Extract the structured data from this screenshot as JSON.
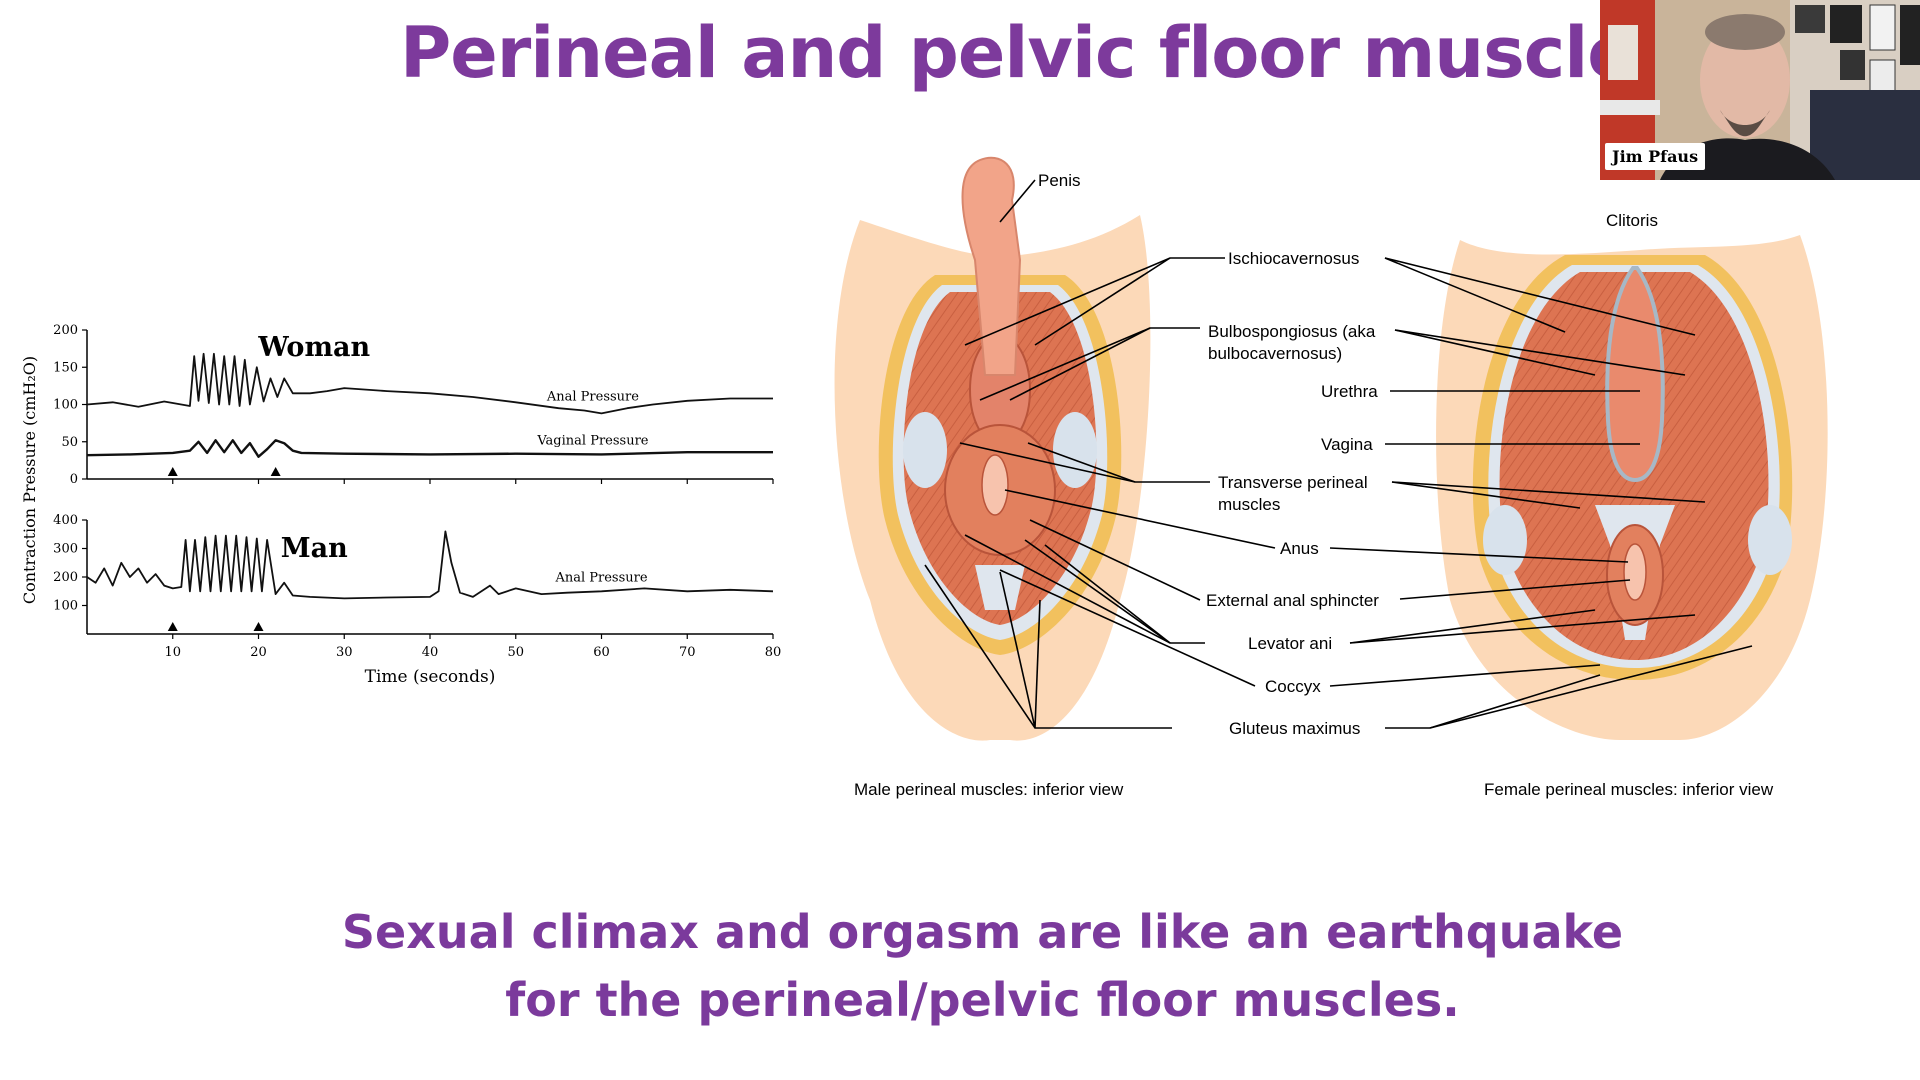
{
  "title": "Perineal and pelvic floor muscles",
  "caption": {
    "line1": "Sexual climax and orgasm are like an earthquake",
    "line2": "for the perineal/pelvic floor muscles."
  },
  "video": {
    "participant_name": "Jim Pfaus"
  },
  "chart_data": {
    "type": "line",
    "xlabel": "Time (seconds)",
    "ylabel": "Contraction Pressure (cmH₂O)",
    "xlim": [
      0,
      80
    ],
    "x_ticks": [
      10,
      20,
      30,
      40,
      50,
      60,
      70,
      80
    ],
    "panels": [
      {
        "title": "Woman",
        "ylim": [
          0,
          200
        ],
        "y_ticks": [
          0,
          50,
          100,
          150,
          200
        ],
        "markers": [
          10,
          22
        ],
        "series": [
          {
            "name": "Anal Pressure",
            "label_x": 59,
            "x": [
              0,
              3,
              6,
              9,
              12,
              12.5,
              13,
              13.6,
              14.2,
              14.8,
              15.4,
              16,
              16.6,
              17.2,
              17.8,
              18.4,
              19,
              19.8,
              20.6,
              21.4,
              22.2,
              23,
              24,
              26,
              28,
              30,
              35,
              40,
              45,
              50,
              55,
              58,
              60,
              63,
              66,
              70,
              75,
              80
            ],
            "y": [
              100,
              103,
              97,
              104,
              98,
              165,
              105,
              168,
              102,
              168,
              100,
              165,
              100,
              165,
              98,
              160,
              100,
              150,
              104,
              135,
              110,
              135,
              115,
              115,
              118,
              122,
              118,
              115,
              110,
              103,
              95,
              92,
              88,
              95,
              100,
              105,
              108,
              108
            ]
          },
          {
            "name": "Vaginal Pressure",
            "label_x": 59,
            "x": [
              0,
              5,
              10,
              12,
              13,
              14,
              15,
              16,
              17,
              18,
              19,
              20,
              21,
              22,
              23,
              24,
              25,
              30,
              40,
              50,
              60,
              70,
              80
            ],
            "y": [
              32,
              33,
              35,
              38,
              50,
              35,
              52,
              36,
              52,
              35,
              48,
              30,
              40,
              52,
              48,
              38,
              35,
              34,
              33,
              34,
              33,
              36,
              36
            ]
          }
        ]
      },
      {
        "title": "Man",
        "ylim": [
          0,
          400
        ],
        "y_ticks": [
          100,
          200,
          300,
          400
        ],
        "markers": [
          10,
          20
        ],
        "series": [
          {
            "name": "Anal Pressure",
            "label_x": 60,
            "x": [
              0,
              1,
              2,
              3,
              4,
              5,
              6,
              7,
              8,
              9,
              10,
              11,
              11.5,
              12,
              12.6,
              13.2,
              13.8,
              14.4,
              15,
              15.6,
              16.2,
              16.8,
              17.4,
              18,
              18.6,
              19.2,
              19.8,
              20.4,
              21,
              22,
              23,
              24,
              26,
              30,
              35,
              40,
              41,
              41.8,
              42.5,
              43.5,
              45,
              47,
              48,
              50,
              53,
              56,
              60,
              65,
              70,
              75,
              80
            ],
            "y": [
              200,
              180,
              230,
              170,
              250,
              200,
              230,
              180,
              210,
              170,
              160,
              165,
              330,
              150,
              330,
              150,
              340,
              150,
              345,
              150,
              345,
              150,
              345,
              150,
              340,
              150,
              335,
              150,
              330,
              140,
              180,
              135,
              130,
              125,
              128,
              130,
              150,
              360,
              250,
              145,
              130,
              170,
              140,
              160,
              140,
              145,
              150,
              160,
              150,
              155,
              150
            ]
          }
        ]
      }
    ]
  },
  "anatomy": {
    "left_caption": "Male perineal muscles: inferior view",
    "right_caption": "Female perineal muscles: inferior view",
    "labels": {
      "penis": "Penis",
      "clitoris": "Clitoris",
      "ischiocavernosus": "Ischiocavernosus",
      "bulbo1": "Bulbospongiosus (aka",
      "bulbo2": "bulbocavernosus)",
      "urethra": "Urethra",
      "vagina": "Vagina",
      "transverse1": "Transverse perineal",
      "transverse2": "muscles",
      "anus": "Anus",
      "external_anal_sphincter": "External anal sphincter",
      "levator_ani": "Levator ani",
      "coccyx": "Coccyx",
      "gluteus_maximus": "Gluteus maximus"
    },
    "colors": {
      "skin": "#fcd9b8",
      "muscle": "#dd7452",
      "fat": "#f2c15e",
      "fascia": "#dfe6ee",
      "title": "#7d3a9c"
    }
  }
}
